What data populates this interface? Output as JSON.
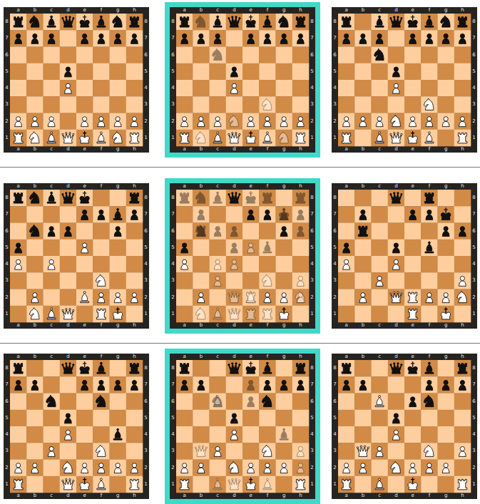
{
  "diagram": {
    "labels": [
      "a",
      "b",
      "c",
      "d",
      "e",
      "f",
      "g",
      "h",
      "8",
      "7",
      "6",
      "5",
      "4",
      "3",
      "2",
      "1",
      "8",
      "7",
      "6",
      "5",
      "4",
      "3",
      "2",
      "1",
      "a",
      "b",
      "c",
      "d",
      "e",
      "f",
      "g",
      "h",
      "a",
      "b",
      "c",
      "d",
      "e",
      "f",
      "g",
      "h",
      "8",
      "7",
      "6",
      "5",
      "4",
      "3",
      "2",
      "1",
      "8",
      "7",
      "6",
      "5",
      "4",
      "3",
      "2",
      "1",
      "a",
      "b",
      "c",
      "d",
      "e",
      "f",
      "g",
      "h",
      "a",
      "b",
      "c",
      "d",
      "e",
      "f",
      "g",
      "h",
      "8",
      "7",
      "6",
      "5",
      "4",
      "3",
      "2",
      "1",
      "8",
      "7",
      "6",
      "5",
      "4",
      "3",
      "2",
      "1",
      "a",
      "b",
      "c",
      "d",
      "e",
      "f",
      "g",
      "h",
      "a",
      "b",
      "c",
      "d",
      "e",
      "f",
      "g",
      "h",
      "8",
      "7",
      "6",
      "5",
      "4",
      "3",
      "2",
      "1",
      "8",
      "7",
      "6",
      "5",
      "4",
      "3",
      "2",
      "1",
      "a",
      "b",
      "c",
      "d",
      "e",
      "f",
      "g",
      "h",
      "a",
      "b",
      "c",
      "d",
      "e",
      "f",
      "g",
      "h",
      "8",
      "7",
      "6",
      "5",
      "4",
      "3",
      "2",
      "1",
      "8",
      "7",
      "6",
      "5",
      "4",
      "3",
      "2",
      "1",
      "a",
      "b",
      "c",
      "d",
      "e",
      "f",
      "g",
      "h",
      "a",
      "b",
      "c",
      "d",
      "e",
      "f",
      "g",
      "h",
      "8",
      "7",
      "6",
      "5",
      "4",
      "3",
      "2",
      "1",
      "8",
      "7",
      "6",
      "5",
      "4",
      "3",
      "2",
      "1",
      "a",
      "b",
      "c",
      "d",
      "e",
      "f",
      "g",
      "h",
      "a",
      "b",
      "c",
      "d",
      "e",
      "f",
      "g",
      "h",
      "8",
      "7",
      "6",
      "5",
      "4",
      "3",
      "2",
      "1",
      "8",
      "7",
      "6",
      "5",
      "4",
      "3",
      "2",
      "1",
      "a",
      "b",
      "c",
      "d",
      "e",
      "f",
      "g",
      "h",
      "a",
      "b",
      "c",
      "d",
      "e",
      "f",
      "g",
      "h",
      "8",
      "7",
      "6",
      "5",
      "4",
      "3",
      "2",
      "1",
      "8",
      "7",
      "6",
      "5",
      "4",
      "3",
      "2",
      "1",
      "a",
      "b",
      "c",
      "d",
      "e",
      "f",
      "g",
      "h",
      "a",
      "b",
      "c",
      "d",
      "e",
      "f",
      "g",
      "h",
      "8",
      "7",
      "6",
      "5",
      "4",
      "3",
      "2",
      "1",
      "8",
      "7",
      "6",
      "5",
      "4",
      "3",
      "2",
      "1",
      "a",
      "b",
      "c",
      "d",
      "e",
      "f",
      "g",
      "h"
    ]
  }
}
